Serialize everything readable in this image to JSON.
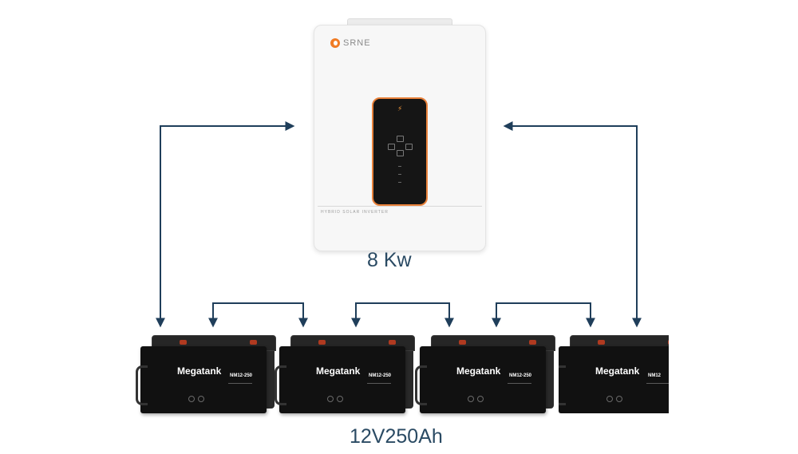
{
  "inverter": {
    "brand": "SRNE",
    "product_label": "HYBRID SOLAR INVERTER",
    "power_label": "8 Kw",
    "icon": "lightning-icon"
  },
  "batteries": {
    "brand": "Megatank",
    "model": "NM12-250",
    "model_cropped": "NM12",
    "rating_label": "12V250Ah"
  },
  "colors": {
    "wire": "#1f3e5a",
    "label_text": "#2a4a63",
    "inverter_accent": "#e9813a"
  }
}
